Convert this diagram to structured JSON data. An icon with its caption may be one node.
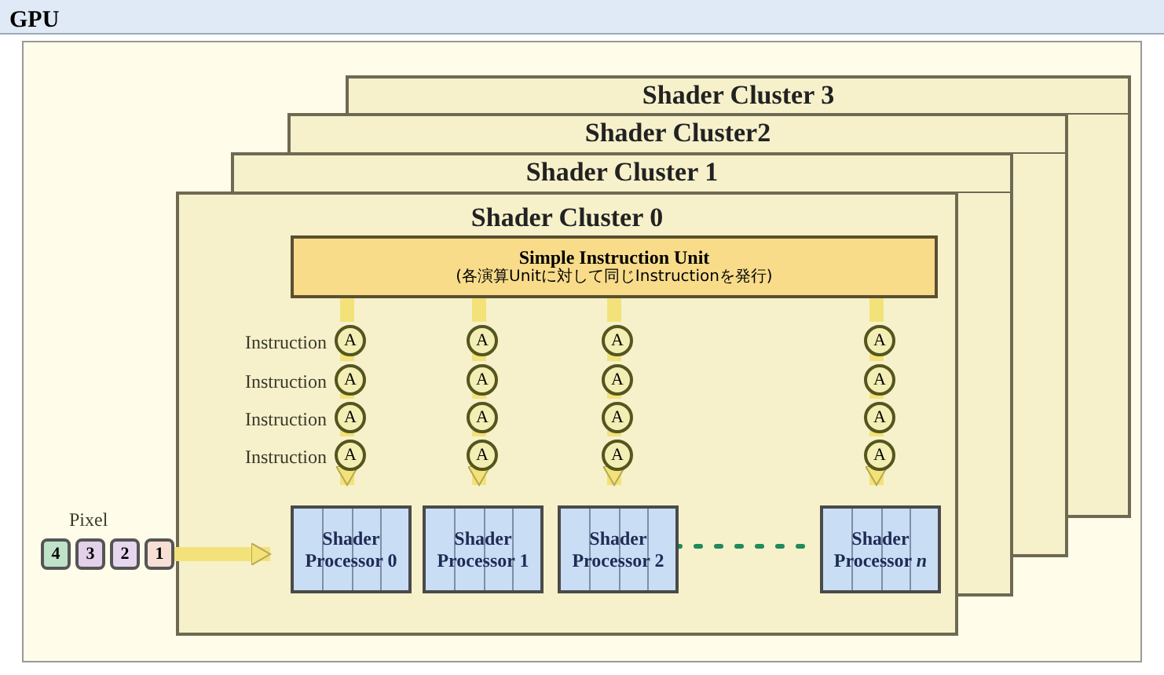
{
  "diagram": {
    "nodes": [
      {
        "text": [
          "GPU"
        ]
      },
      {
        "text": [
          "Shader Cluster 3"
        ],
        "in": 0
      },
      {
        "text": [
          "Shader Cluster2"
        ],
        "in": 0
      },
      {
        "text": [
          "Shader Cluster 1"
        ],
        "in": 0
      },
      {
        "text": [
          "Shader Cluster 0"
        ],
        "in": 0
      },
      {
        "text": [
          "Simple Instruction Unit",
          "(各演算Unitに対して同じInstructionを発行)"
        ],
        "in": 4
      },
      {
        "text": [
          "A"
        ],
        "in": 4,
        "beside": [
          "Instruction"
        ]
      },
      {
        "text": [
          "A"
        ],
        "in": 4,
        "beside": [
          "Instruction"
        ]
      },
      {
        "text": [
          "A"
        ],
        "in": 4,
        "beside": [
          "Instruction"
        ]
      },
      {
        "text": [
          "A"
        ],
        "in": 4,
        "beside": [
          "Instruction"
        ]
      },
      {
        "text": [
          "A"
        ],
        "in": 4
      },
      {
        "text": [
          "A"
        ],
        "in": 4
      },
      {
        "text": [
          "A"
        ],
        "in": 4
      },
      {
        "text": [
          "A"
        ],
        "in": 4
      },
      {
        "text": [
          "A"
        ],
        "in": 4
      },
      {
        "text": [
          "A"
        ],
        "in": 4
      },
      {
        "text": [
          "A"
        ],
        "in": 4
      },
      {
        "text": [
          "A"
        ],
        "in": 4
      },
      {
        "text": [
          "A"
        ],
        "in": 4
      },
      {
        "text": [
          "A"
        ],
        "in": 4
      },
      {
        "text": [
          "A"
        ],
        "in": 4
      },
      {
        "text": [
          "A"
        ],
        "in": 4
      },
      {
        "text": [
          "Shader Processor 0"
        ],
        "in": 4
      },
      {
        "text": [
          "Shader Processor 1"
        ],
        "in": 4
      },
      {
        "text": [
          "Shader Processor 2"
        ],
        "in": 4
      },
      {
        "text": [
          "Shader Processor *n*"
        ],
        "in": 4
      },
      {
        "text": [
          "4"
        ],
        "in": 0
      },
      {
        "text": [
          "3"
        ],
        "in": 0
      },
      {
        "text": [
          "2"
        ],
        "in": 0
      },
      {
        "text": [
          "1"
        ],
        "in": 0
      }
    ],
    "edges": [
      {
        "from": 5,
        "to": 6,
        "arrow": "none"
      },
      {
        "from": 6,
        "to": 7,
        "arrow": "none"
      },
      {
        "from": 7,
        "to": 8,
        "arrow": "none"
      },
      {
        "from": 8,
        "to": 9,
        "arrow": "none"
      },
      {
        "from": 9,
        "to": 22,
        "arrow": "to"
      },
      {
        "from": 5,
        "to": 10,
        "arrow": "none"
      },
      {
        "from": 10,
        "to": 11,
        "arrow": "none"
      },
      {
        "from": 11,
        "to": 12,
        "arrow": "none"
      },
      {
        "from": 12,
        "to": 13,
        "arrow": "none"
      },
      {
        "from": 13,
        "to": 23,
        "arrow": "to"
      },
      {
        "from": 5,
        "to": 14,
        "arrow": "none"
      },
      {
        "from": 14,
        "to": 15,
        "arrow": "none"
      },
      {
        "from": 15,
        "to": 16,
        "arrow": "none"
      },
      {
        "from": 16,
        "to": 17,
        "arrow": "none"
      },
      {
        "from": 17,
        "to": 24,
        "arrow": "to"
      },
      {
        "from": 5,
        "to": 18,
        "arrow": "none"
      },
      {
        "from": 18,
        "to": 19,
        "arrow": "none"
      },
      {
        "from": 19,
        "to": 20,
        "arrow": "none"
      },
      {
        "from": 20,
        "to": 21,
        "arrow": "none"
      },
      {
        "from": 21,
        "to": 25,
        "arrow": "to"
      },
      {
        "from": 29,
        "to": 22,
        "arrow": "to"
      },
      {
        "from": 24,
        "to": 25,
        "arrow": "none",
        "style": "dashed",
        "color": "#1f8a5a"
      }
    ],
    "labels": [
      "Pixel"
    ]
  }
}
